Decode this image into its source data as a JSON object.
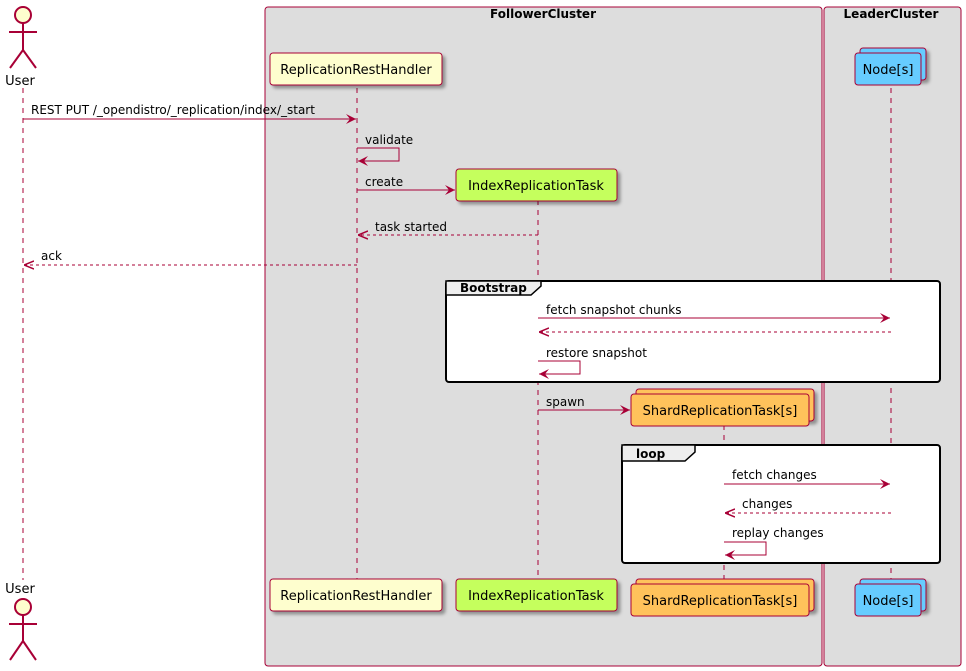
{
  "boxes": {
    "follower": "FollowerCluster",
    "leader": "LeaderCluster"
  },
  "actors": {
    "user": "User"
  },
  "participants": {
    "rest_handler": "ReplicationRestHandler",
    "index_task": "IndexReplicationTask",
    "shard_task": "ShardReplicationTask[s]",
    "nodes": "Node[s]"
  },
  "messages": {
    "rest_put": "REST PUT /_opendistro/_replication/index/_start",
    "validate": "validate",
    "create": "create",
    "task_started": "task started",
    "ack": "ack",
    "fetch_snapshot": "fetch snapshot chunks",
    "restore_snapshot": "restore snapshot",
    "spawn": "spawn",
    "fetch_changes": "fetch changes",
    "changes": "changes",
    "replay_changes": "replay changes"
  },
  "fragments": {
    "bootstrap": "Bootstrap",
    "loop": "loop"
  },
  "colors": {
    "arrow": "#A80036",
    "box_bg": "#DDDDDD",
    "handler_fill": "#FEFECE",
    "index_task_fill": "#C5FF5D",
    "shard_task_fill": "#FFC25B",
    "nodes_fill": "#66CCFF",
    "actor_fill": "#FEFECE"
  }
}
